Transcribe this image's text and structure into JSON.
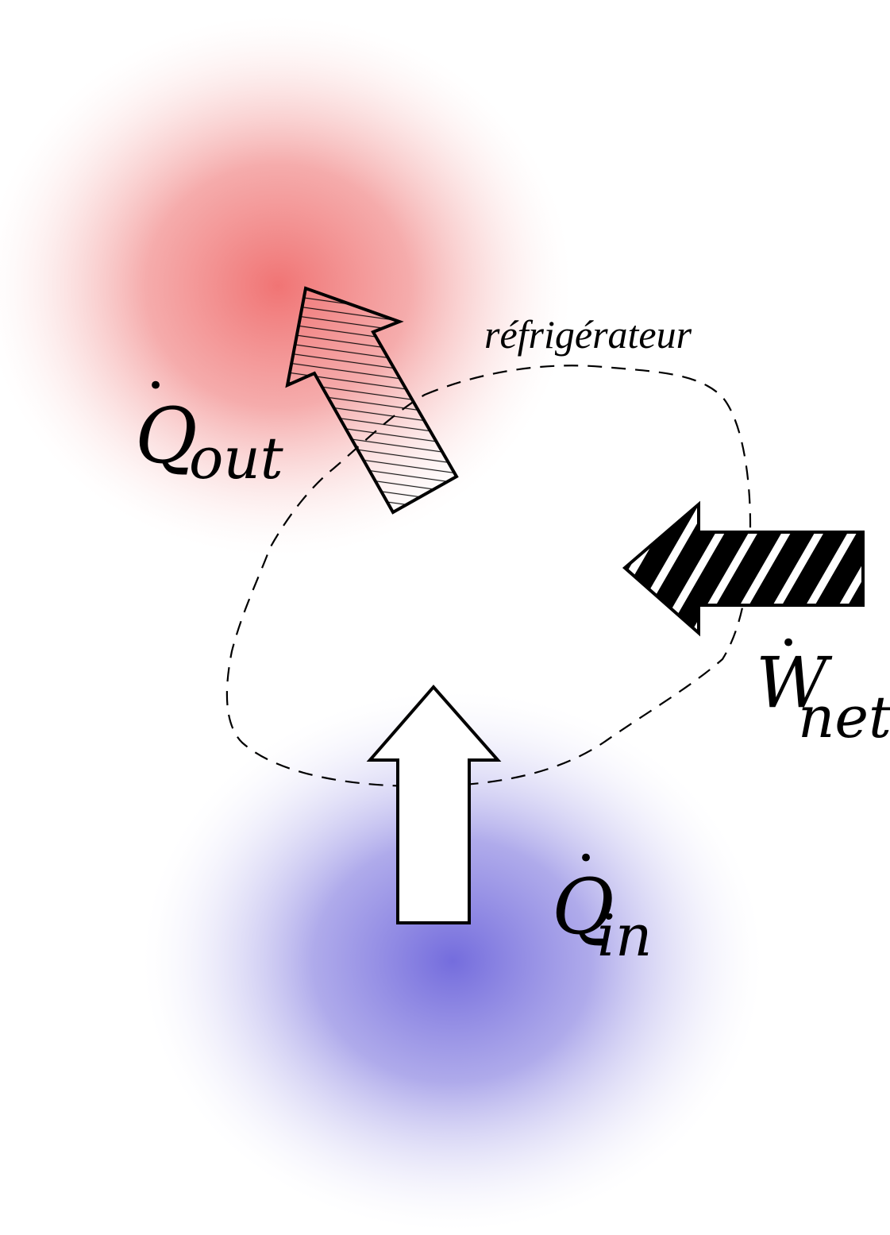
{
  "diagram": {
    "system_label": "réfrigérateur",
    "heat_out": {
      "symbol": "Q",
      "subscript": "out",
      "dot": "•"
    },
    "heat_in": {
      "symbol": "Q",
      "subscript": "in",
      "dot": "•"
    },
    "work_net": {
      "symbol": "W",
      "subscript": "net",
      "dot": "•"
    },
    "colors": {
      "hot_reservoir": "#f07070",
      "cold_reservoir": "#7068dc",
      "outline": "#000000",
      "boundary": "#000000"
    }
  }
}
